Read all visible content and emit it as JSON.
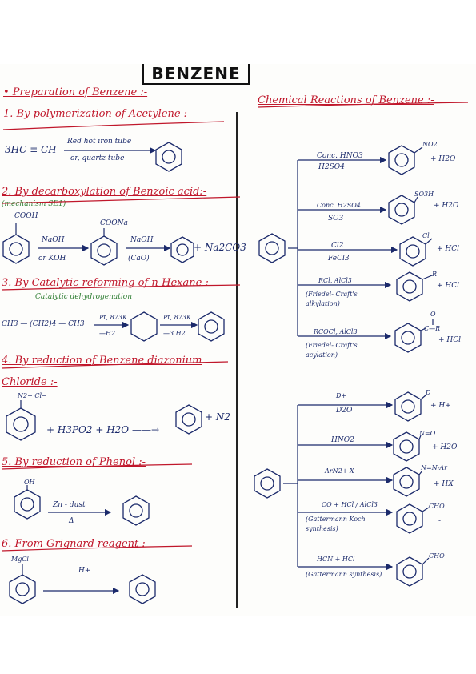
{
  "title": "BENZENE",
  "left": {
    "heading": "• Preparation of Benzene :-",
    "s1": {
      "title": "1. By polymerization of Acetylene :-",
      "reactant": "3HC ≡ CH",
      "cond_top": "Red hot iron tube",
      "cond_bottom": "or, quartz tube"
    },
    "s2": {
      "title": "2. By decarboxylation of Benzoic acid:-",
      "mech": "(mechanism SE1)",
      "sub1": "COOH",
      "r1_top": "NaOH",
      "r1_bottom": "or KOH",
      "sub2": "COONa",
      "r2_top": "NaOH",
      "r2_bottom": "(CaO)",
      "product": "+ Na2CO3"
    },
    "s3": {
      "title": "3. By Catalytic reforming of n-Hexane :-",
      "sub": "Catalytic dehydrogenation",
      "reactant": "CH3 — (CH2)4 — CH3",
      "c1_top": "Pt, 873K",
      "c1_bottom": "—H2",
      "c2_top": "Pt, 873K",
      "c2_bottom": "—3 H2"
    },
    "s4": {
      "title": "4. By reduction of Benzene diazonium",
      "title2": "Chloride :-",
      "sub": "N2+ Cl−",
      "eq": "+ H3PO2 + H2O ——→",
      "product": "+ N2"
    },
    "s5": {
      "title": "5. By reduction of Phenol :-",
      "sub": "OH",
      "r_top": "Zn - dust",
      "r_bottom": "Δ"
    },
    "s6": {
      "title": "6. From Grignard reagent :-",
      "sub": "MgCl",
      "r_top": "H+"
    }
  },
  "right": {
    "heading": "Chemical Reactions of Benzene :-",
    "group1": [
      {
        "top": "Conc. HNO3",
        "bottom": "H2SO4",
        "sub": "NO2",
        "side": "+ H2O"
      },
      {
        "top": "Conc. H2SO4",
        "bottom": "SO3",
        "sub": "SO3H",
        "side": "+ H2O"
      },
      {
        "top": "Cl2",
        "bottom": "FeCl3",
        "sub": "Cl",
        "side": "+ HCl"
      },
      {
        "top": "RCl, AlCl3",
        "bottom": "(Friedel- Craft's alkylation)",
        "sub": "R",
        "side": "+ HCl"
      },
      {
        "top": "RCOCl, AlCl3",
        "bottom": "(Friedel- Craft's acylation)",
        "sub": "C—R",
        "side": "+ HCl"
      }
    ],
    "acyl_o": "O",
    "group2": [
      {
        "top": "D+",
        "bottom": "D2O",
        "sub": "D",
        "side": "+ H+"
      },
      {
        "top": "HNO2",
        "bottom": "",
        "sub": "N=O",
        "side": "+ H2O"
      },
      {
        "top": "ArN2+ X−",
        "bottom": "",
        "sub": "N=N-Ar",
        "side": "+ HX"
      },
      {
        "top": "CO + HCl / AlCl3",
        "bottom": "(Gattermann Koch synthesis)",
        "sub": "CHO",
        "side": "-"
      },
      {
        "top": "HCN + HCl",
        "bottom": "(Gattermann synthesis)",
        "sub": "CHO",
        "side": ""
      }
    ]
  }
}
